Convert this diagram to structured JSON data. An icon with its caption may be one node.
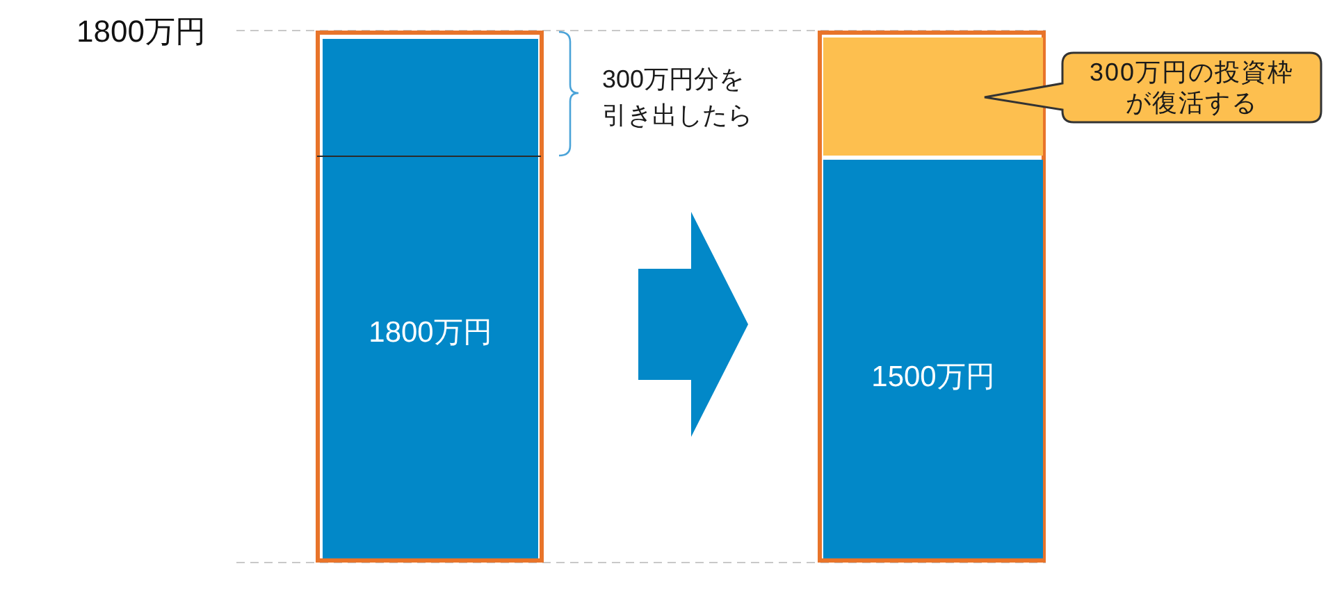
{
  "diagram": {
    "nodes": [
      {
        "text": [],
        "shape": "box"
      },
      {
        "text": [
          "1800万円"
        ],
        "in": 0
      },
      {
        "text": [],
        "shape": "box"
      },
      {
        "text": [],
        "shape": "box",
        "in": 2
      },
      {
        "text": [
          "1500万円"
        ],
        "in": 2
      },
      {
        "text": [
          "300万円の投資枠が復活する"
        ]
      }
    ],
    "edges": [
      {
        "from": 0,
        "to": 2,
        "arrow": "to",
        "style": "thick"
      }
    ],
    "labels": [
      "1800万円",
      "300万円分を引き出したら"
    ]
  }
}
